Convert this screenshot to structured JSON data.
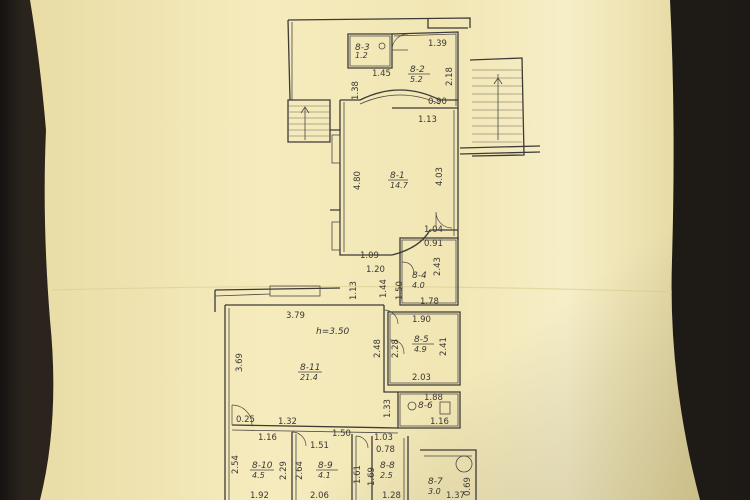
{
  "rooms": [
    {
      "id": "r1",
      "number": "8-1",
      "area": "14.7"
    },
    {
      "id": "r2",
      "number": "8-2",
      "area": "5.2"
    },
    {
      "id": "r3",
      "number": "8-3",
      "area": "1.2"
    },
    {
      "id": "r4",
      "number": "8-4",
      "area": "4.0"
    },
    {
      "id": "r5",
      "number": "8-5",
      "area": "4.9"
    },
    {
      "id": "r6",
      "number": "8-6",
      "area": ""
    },
    {
      "id": "r7",
      "number": "8-7",
      "area": "3.0"
    },
    {
      "id": "r8",
      "number": "8-8",
      "area": "2.5"
    },
    {
      "id": "r9",
      "number": "8-9",
      "area": "4.1"
    },
    {
      "id": "r10",
      "number": "8-10",
      "area": "4.5"
    },
    {
      "id": "r11",
      "number": "8-11",
      "area": "21.4"
    }
  ],
  "height_note": "h=3.50",
  "dimensions": {
    "d1": "1.39",
    "d2": "1.45",
    "d3": "2.18",
    "d4": "1.38",
    "d5": "0.90",
    "d6": "1.13",
    "d7": "4.80",
    "d8": "4.03",
    "d9": "1.04",
    "d10": "0.91",
    "d11": "1.09",
    "d12": "1.20",
    "d13": "2.43",
    "d14": "1.13",
    "d15": "1.44",
    "d16": "1.50",
    "d17": "1.78",
    "d18": "3.79",
    "d19": "1.90",
    "d20": "2.48",
    "d21": "2.28",
    "d22": "2.41",
    "d23": "3.69",
    "d24": "2.03",
    "d25": "1.88",
    "d26": "1.33",
    "d27": "1.16",
    "d28": "0.25",
    "d29": "1.32",
    "d30": "1.16",
    "d31": "1.51",
    "d32": "1.50",
    "d33": "1.03",
    "d34": "0.78",
    "d35": "2.54",
    "d36": "2.29",
    "d37": "2.64",
    "d38": "1.61",
    "d39": "1.69",
    "d40": "1.92",
    "d41": "2.06",
    "d42": "1.28",
    "d43": "0.69",
    "d44": "1.37"
  }
}
